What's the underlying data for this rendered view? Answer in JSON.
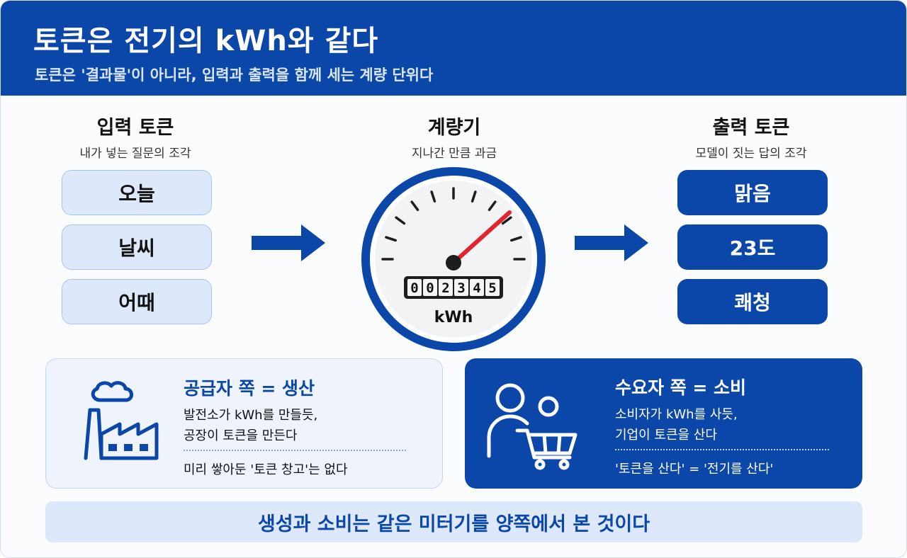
{
  "header": {
    "title": "토큰은 전기의 kWh와 같다",
    "subtitle": "토큰은 '결과물'이 아니라, 입력과 출력을 함께 세는 계량 단위다"
  },
  "input": {
    "heading": "입력 토큰",
    "caption": "내가 넣는 질문의 조각",
    "tokens": [
      "오늘",
      "날씨",
      "어때"
    ]
  },
  "meter": {
    "heading": "계량기",
    "caption": "지나간 만큼 과금",
    "digits": [
      "0",
      "0",
      "2",
      "3",
      "4",
      "5"
    ],
    "unit": "kWh"
  },
  "output": {
    "heading": "출력 토큰",
    "caption": "모델이 짓는 답의 조각",
    "tokens": [
      "맑음",
      "23도",
      "쾌청"
    ]
  },
  "supply": {
    "title": "공급자 쪽 = 생산",
    "line1": "발전소가 kWh를 만들듯,",
    "line2": "공장이 토큰을 만든다",
    "note": "미리 쌓아둔 '토큰 창고'는 없다"
  },
  "demand": {
    "title": "수요자 쪽 = 소비",
    "line1": "소비자가 kWh를 사듯,",
    "line2": "기업이 토큰을 산다",
    "note": "'토큰을 산다' = '전기를 산다'"
  },
  "footer": {
    "text": "생성과 소비는 같은 미터기를 양쪽에서 본 것이다"
  },
  "colors": {
    "primary": "#0b47a8",
    "light": "#dde9fb",
    "needle": "#e0262c"
  },
  "icons": {
    "arrow": "right-arrow-icon",
    "meter": "gauge-icon",
    "supply": "factory-icon",
    "demand": "shopping-cart-people-icon"
  }
}
